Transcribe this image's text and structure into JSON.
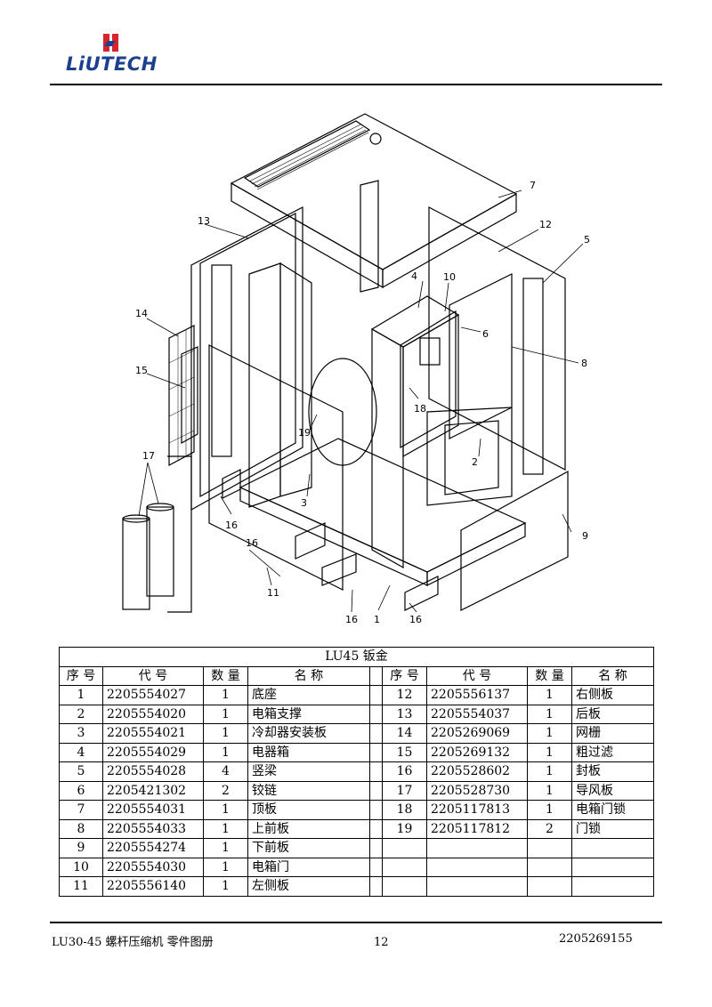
{
  "header": {
    "logo_text": "LiUTECH",
    "brand_color": "#1c3f8f",
    "logo_red": "#d8232a"
  },
  "diagram": {
    "callouts": [
      "1",
      "2",
      "3",
      "4",
      "5",
      "6",
      "7",
      "8",
      "9",
      "10",
      "11",
      "12",
      "13",
      "14",
      "15",
      "16",
      "16",
      "16",
      "16",
      "17",
      "18",
      "19"
    ]
  },
  "table": {
    "title": "LU45 钣金",
    "headers": [
      "序 号",
      "代 号",
      "数 量",
      "名 称",
      "序 号",
      "代 号",
      "数 量",
      "名 称"
    ],
    "left_rows": [
      [
        "1",
        "2205554027",
        "1",
        "底座"
      ],
      [
        "2",
        "2205554020",
        "1",
        "电箱支撑"
      ],
      [
        "3",
        "2205554021",
        "1",
        "冷却器安装板"
      ],
      [
        "4",
        "2205554029",
        "1",
        "电器箱"
      ],
      [
        "5",
        "2205554028",
        "4",
        "竖梁"
      ],
      [
        "6",
        "2205421302",
        "2",
        "铰链"
      ],
      [
        "7",
        "2205554031",
        "1",
        "顶板"
      ],
      [
        "8",
        "2205554033",
        "1",
        "上前板"
      ],
      [
        "9",
        "2205554274",
        "1",
        "下前板"
      ],
      [
        "10",
        "2205554030",
        "1",
        "电箱门"
      ],
      [
        "11",
        "2205556140",
        "1",
        "左侧板"
      ]
    ],
    "right_rows": [
      [
        "12",
        "2205556137",
        "1",
        "右侧板"
      ],
      [
        "13",
        "2205554037",
        "1",
        "后板"
      ],
      [
        "14",
        "2205269069",
        "1",
        "网栅"
      ],
      [
        "15",
        "2205269132",
        "1",
        "粗过滤"
      ],
      [
        "16",
        "2205528602",
        "1",
        "封板"
      ],
      [
        "17",
        "2205528730",
        "1",
        "导风板"
      ],
      [
        "18",
        "2205117813",
        "1",
        "电箱门锁"
      ],
      [
        "19",
        "2205117812",
        "2",
        "门锁"
      ],
      [
        "",
        "",
        "",
        ""
      ],
      [
        "",
        "",
        "",
        ""
      ],
      [
        "",
        "",
        "",
        ""
      ]
    ]
  },
  "footer": {
    "left": "LU30-45 螺杆压缩机  零件图册",
    "page": "12",
    "right": "2205269155"
  }
}
